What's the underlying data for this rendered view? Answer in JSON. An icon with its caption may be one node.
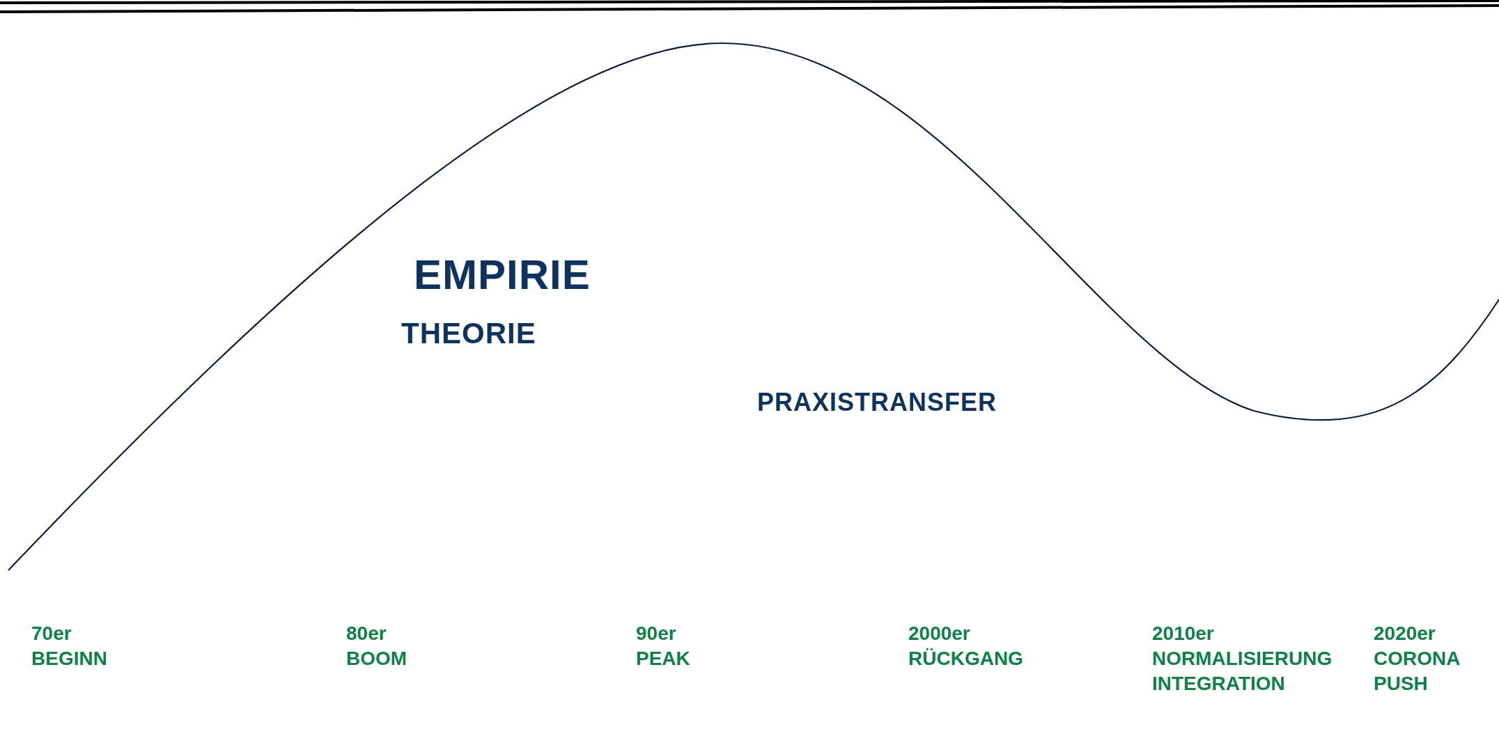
{
  "diagram": {
    "labels": [
      "EMPIRIE",
      "THEORIE",
      "PRAXISTRANSFER",
      "70er",
      "BEGINN",
      "80er",
      "BOOM",
      "90er",
      "PEAK",
      "2000er",
      "RÜCKGANG",
      "2010er",
      "NORMALISIERUNG INTEGRATION",
      "2020er",
      "CORONA PUSH"
    ]
  }
}
